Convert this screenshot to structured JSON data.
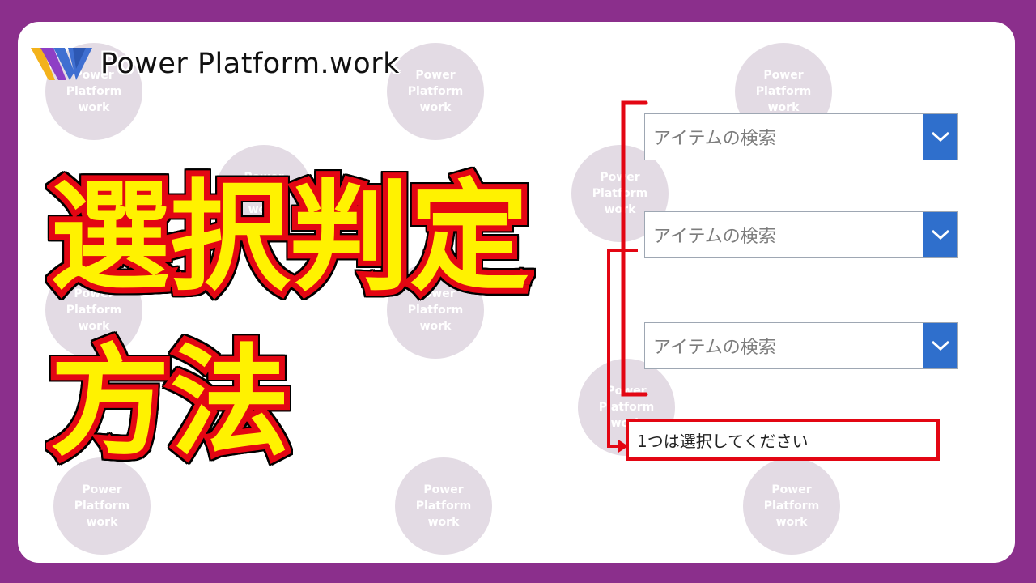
{
  "brand": {
    "name": "Power Platform.work",
    "watermark_text": "Power\nPlatform\nwork",
    "bg_color": "#8b2f8c",
    "logo_colors": [
      "#3f6fd1",
      "#8e3fc5",
      "#f3b21b"
    ]
  },
  "headline": {
    "line1": "選択判定",
    "line2": "方法",
    "fill_color": "#fff200",
    "stroke_color": "#e30613"
  },
  "form": {
    "combos": [
      {
        "placeholder": "アイテムの検索",
        "icon": "chevron-down-icon"
      },
      {
        "placeholder": "アイテムの検索",
        "icon": "chevron-down-icon"
      },
      {
        "placeholder": "アイテムの検索",
        "icon": "chevron-down-icon"
      }
    ],
    "error_message": "1つは選択してください",
    "accent_color": "#2f6fcc",
    "highlight_color": "#e30613"
  }
}
